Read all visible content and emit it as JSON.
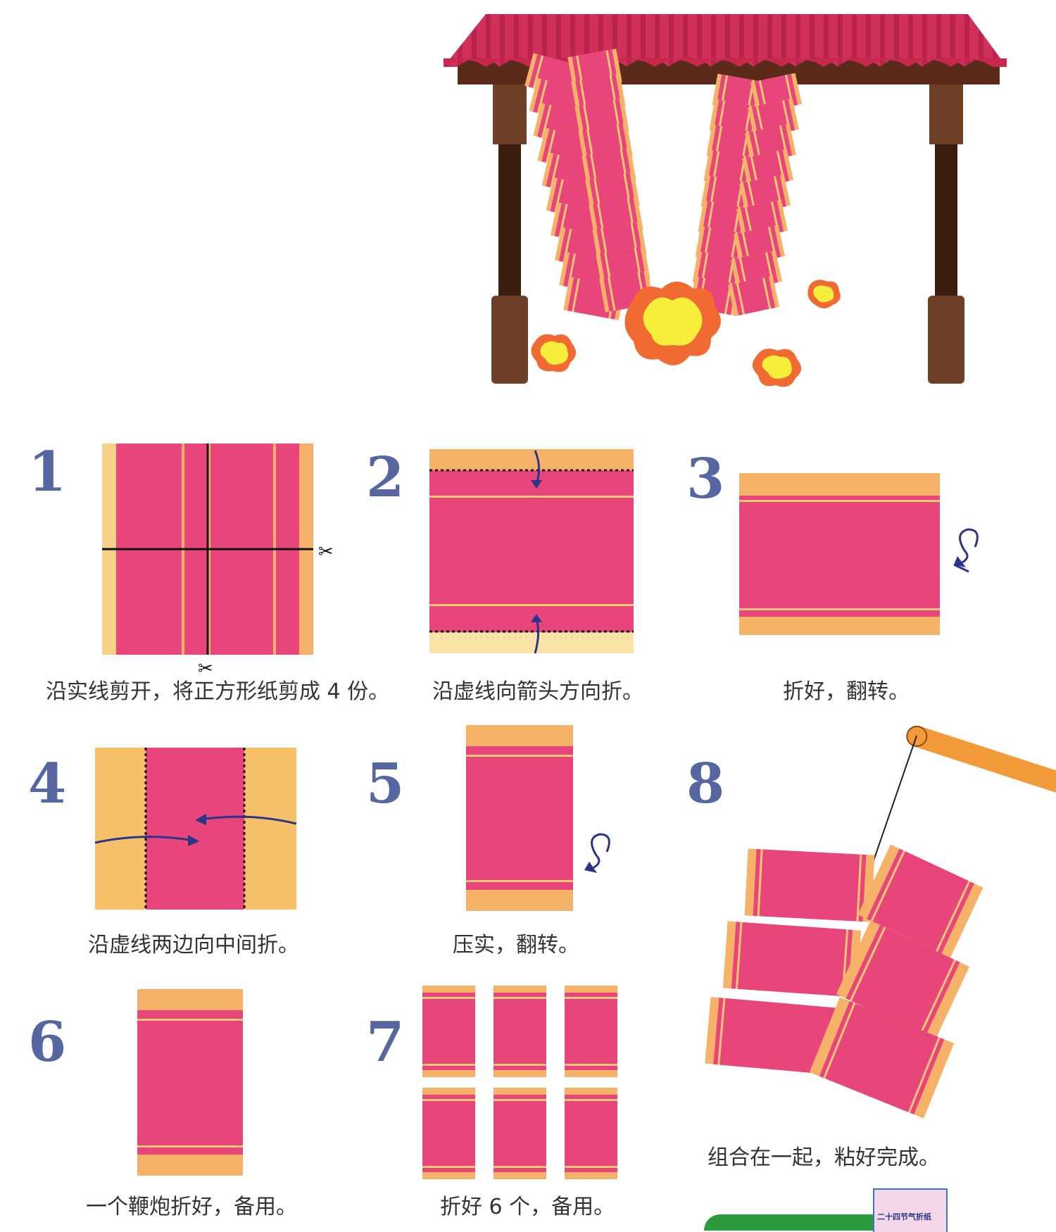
{
  "steps": [
    {
      "num": "1",
      "caption": "沿实线剪开，将正方形纸剪成 4 份。"
    },
    {
      "num": "2",
      "caption": "沿虚线向箭头方向折。"
    },
    {
      "num": "3",
      "caption": "折好，翻转。"
    },
    {
      "num": "4",
      "caption": "沿虚线两边向中间折。"
    },
    {
      "num": "5",
      "caption": "压实，翻转。"
    },
    {
      "num": "6",
      "caption": "一个鞭炮折好，备用。"
    },
    {
      "num": "7",
      "caption": "折好 6 个，备用。"
    },
    {
      "num": "8",
      "caption": "组合在一起，粘好完成。"
    }
  ],
  "book": {
    "title": "二十四节气折纸"
  },
  "colors": {
    "number": "#5566a0",
    "paper_red": "#e8457a",
    "paper_pink": "#ef6a92",
    "border_orange": "#f7b26a",
    "roof_red": "#c8284d",
    "roof_brown": "#5b2b1a",
    "post_brown": "#6e4028",
    "arrow_blue": "#2a3488"
  }
}
